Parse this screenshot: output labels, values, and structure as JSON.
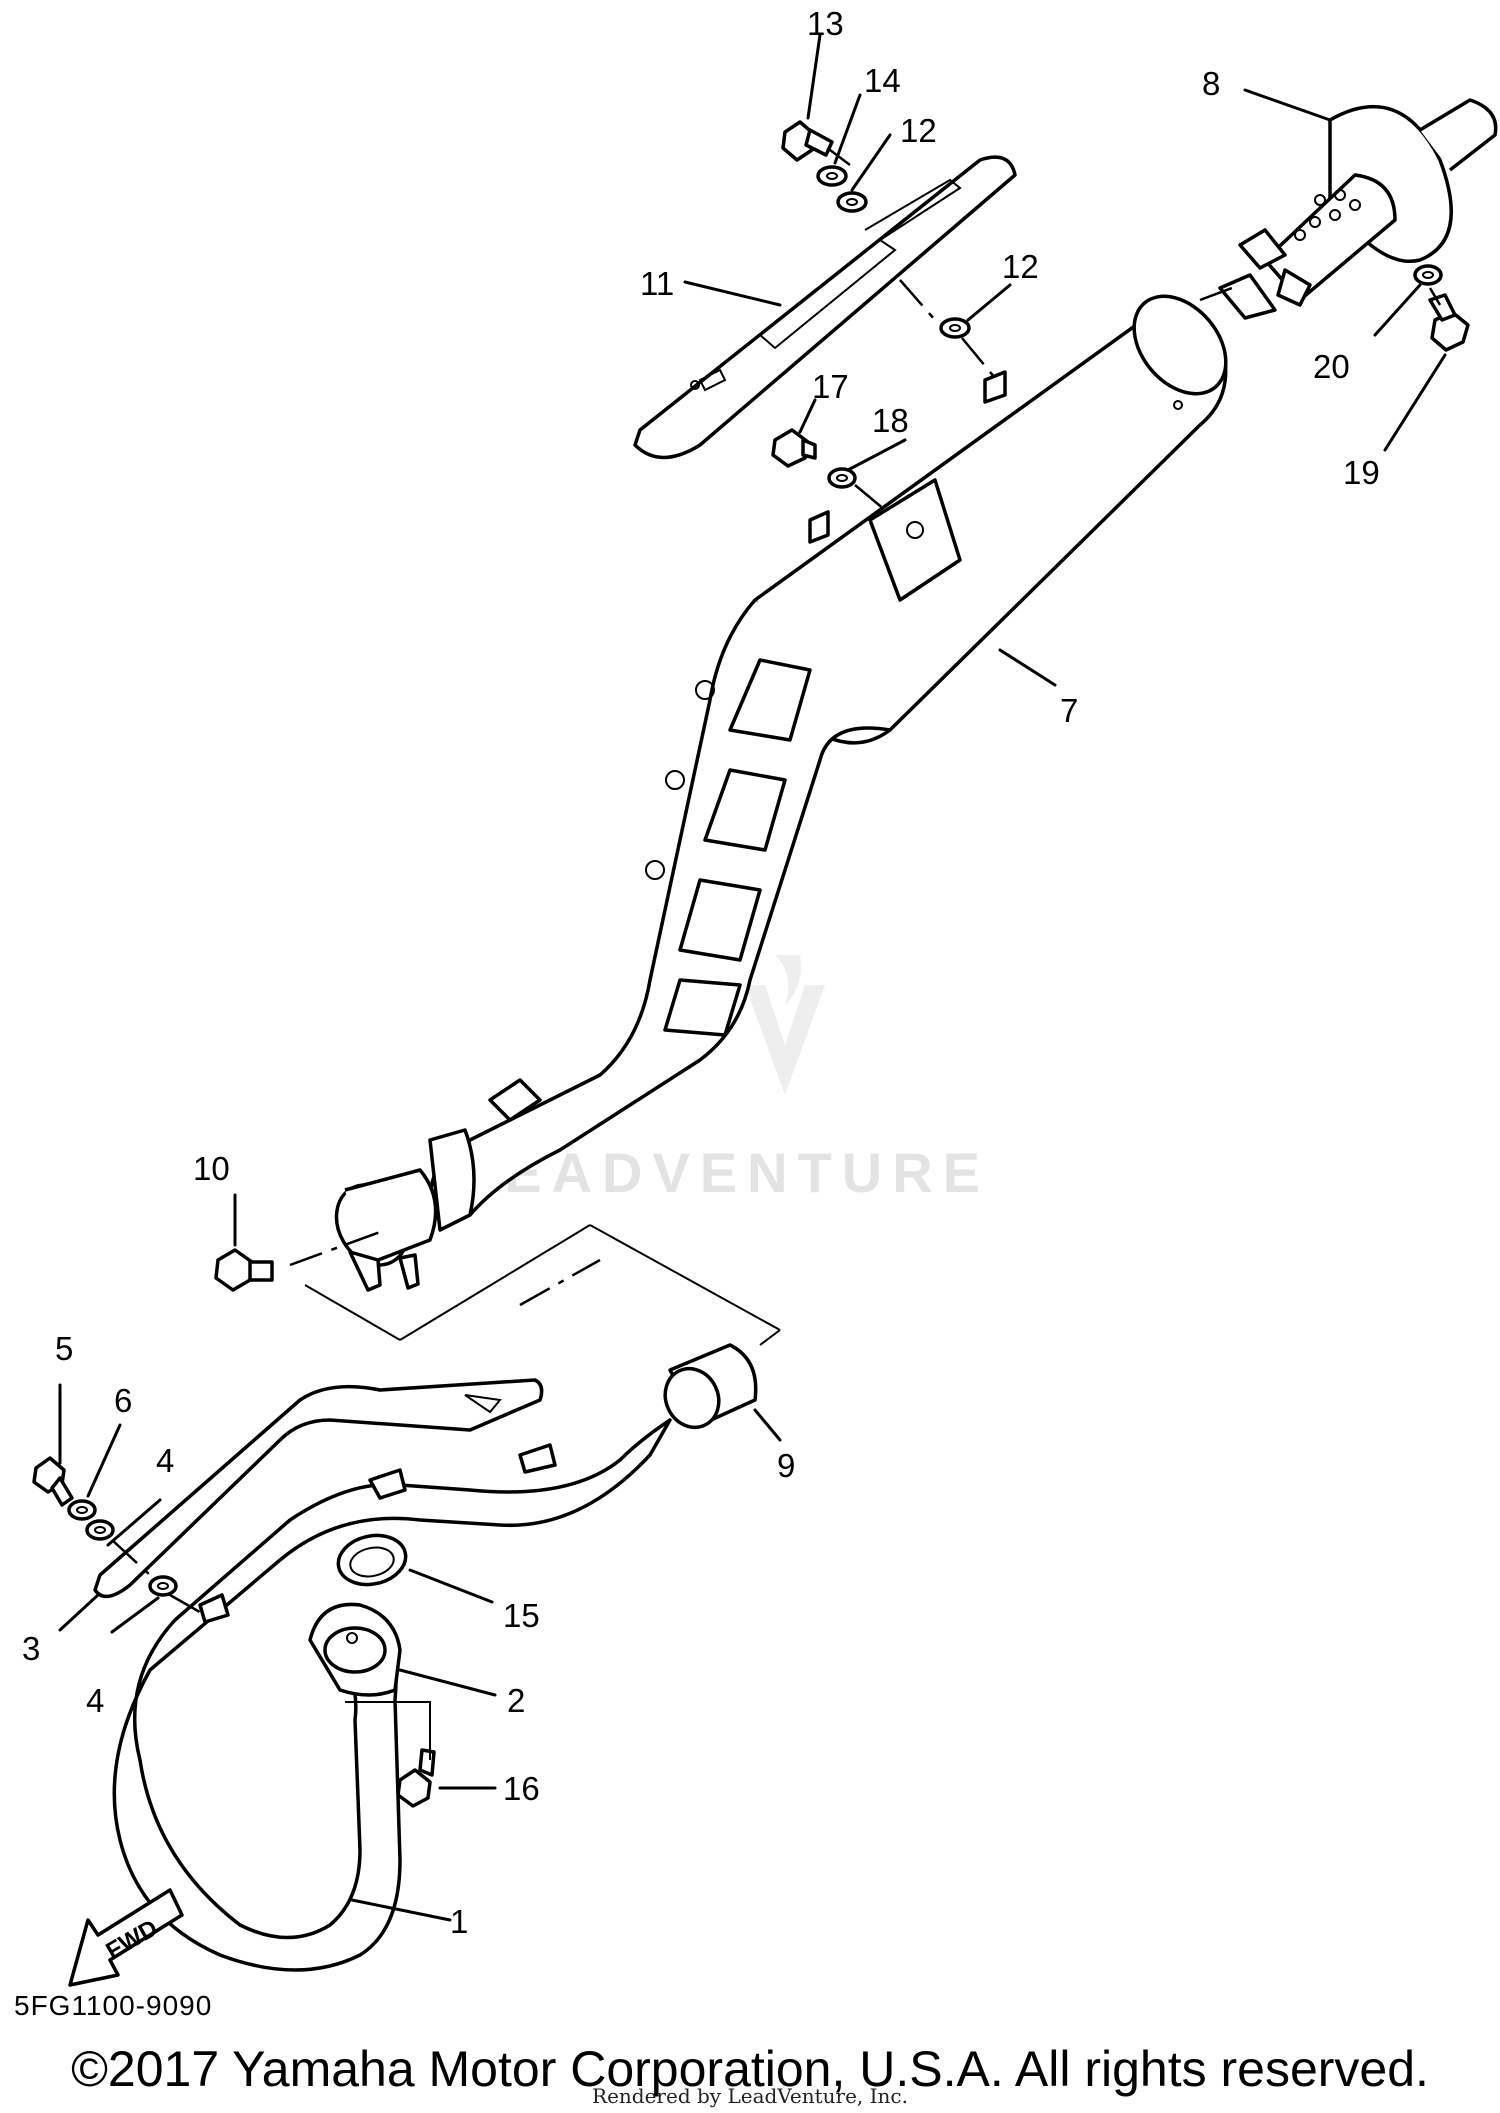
{
  "diagram": {
    "code": "5FG1100-9090",
    "copyright": "©2017 Yamaha Motor Corporation, U.S.A. All rights reserved.",
    "rendered_by": "Rendered by LeadVenture, Inc.",
    "watermark": "LEADVENTURE",
    "fwd_label": "FWD",
    "callouts": [
      "1",
      "2",
      "3",
      "4",
      "4",
      "5",
      "6",
      "7",
      "8",
      "9",
      "10",
      "11",
      "12",
      "12",
      "13",
      "14",
      "15",
      "16",
      "17",
      "18",
      "19",
      "20"
    ]
  }
}
